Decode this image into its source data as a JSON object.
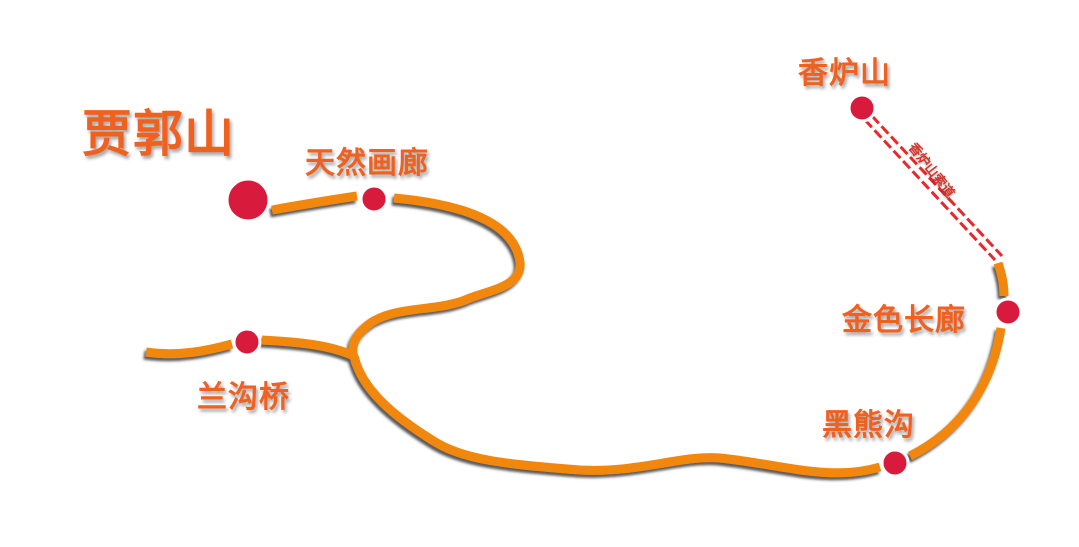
{
  "title": "贾郭山",
  "places": {
    "tianran": "天然画廊",
    "langou": "兰沟桥",
    "xianglu": "香炉山",
    "jinse": "金色长廊",
    "heixiong": "黑熊沟"
  },
  "cableway": "香炉山索道",
  "colors": {
    "route": "#f2870f",
    "stop": "#d81b3c",
    "label": "#f0601e",
    "cableway": "#e8282a"
  }
}
